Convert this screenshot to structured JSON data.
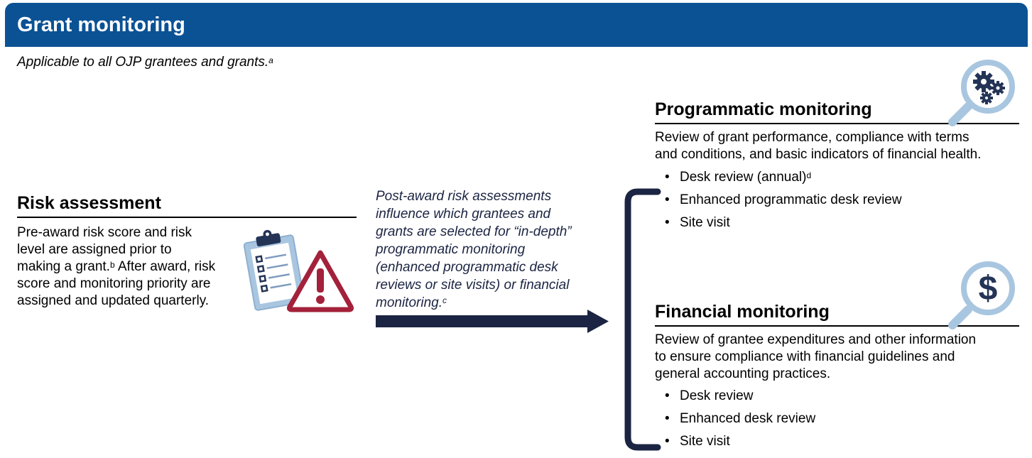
{
  "header": {
    "title": "Grant monitoring"
  },
  "subtitle": {
    "text": "Applicable to all OJP grantees and grants.",
    "note": "a"
  },
  "risk": {
    "heading": "Risk assessment",
    "line1": "Pre-award risk score and risk",
    "line2": "level are assigned prior to",
    "line3a": "making a grant.",
    "line3_note": "b",
    "line3b": " After award, risk",
    "line4": "score and monitoring priority are",
    "line5": "assigned and updated quarterly."
  },
  "influence": {
    "lines": [
      "Post-award risk assessments",
      "influence which grantees and",
      "grants are selected for “in-depth”",
      "programmatic monitoring",
      "(enhanced programmatic desk",
      "reviews or site visits) or financial"
    ],
    "last_line": "monitoring.",
    "last_note": "c"
  },
  "programmatic": {
    "heading": "Programmatic monitoring",
    "desc1": "Review of grant performance, compliance with terms",
    "desc2": "and conditions, and basic indicators of financial health.",
    "items": [
      {
        "label": "Desk review (annual)",
        "note": "d"
      },
      {
        "label": "Enhanced programmatic desk review",
        "note": ""
      },
      {
        "label": "Site visit",
        "note": ""
      }
    ]
  },
  "financial": {
    "heading": "Financial monitoring",
    "desc1": "Review of grantee expenditures and other information",
    "desc2": "to ensure compliance with financial guidelines and",
    "desc3": "general accounting practices.",
    "items": [
      {
        "label": "Desk review"
      },
      {
        "label": "Enhanced desk review"
      },
      {
        "label": "Site visit"
      }
    ]
  },
  "colors": {
    "header_bg": "#0b5295",
    "navy": "#1b2442",
    "warning_red": "#a3213a",
    "icon_blue": "#a9c6e0",
    "icon_dark": "#243456"
  },
  "icons": [
    "clipboard-icon",
    "warning-icon",
    "gear-magnifier-icon",
    "dollar-magnifier-icon",
    "arrow-right-icon",
    "bracket"
  ]
}
